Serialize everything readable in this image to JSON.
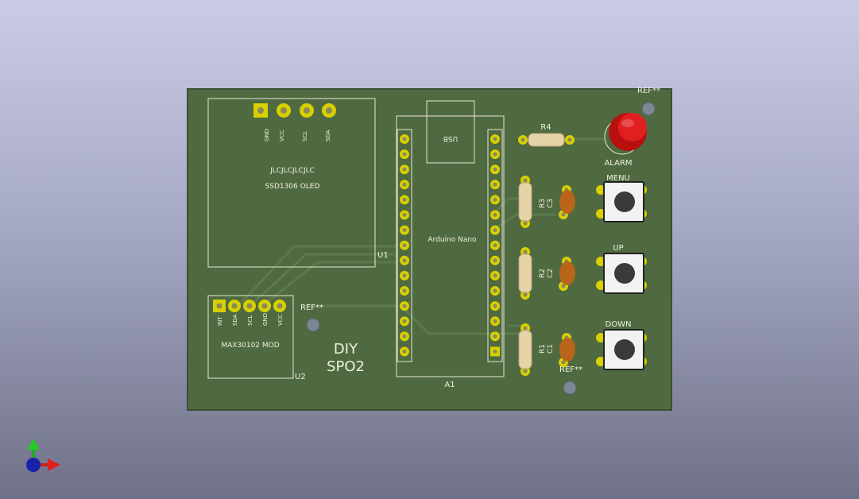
{
  "board": {
    "oled": {
      "pins": [
        "GND",
        "VCC",
        "SCL",
        "SDA"
      ],
      "line1": "JLCJLCJLCJLC",
      "line2": "SSD1306 OLED",
      "ref": "U1"
    },
    "max": {
      "pins": [
        "INT",
        "SDA",
        "SCL",
        "GND",
        "VCC"
      ],
      "label": "MAX30102 MOD",
      "ref": "U2"
    },
    "nano": {
      "usb": "USB",
      "label": "Arduino Nano",
      "ref": "A1"
    },
    "title": [
      "DIY",
      "SPO2"
    ],
    "refs": [
      "REF**",
      "REF**",
      "REF**"
    ],
    "resistors": [
      "R4",
      "R3",
      "R2",
      "R1"
    ],
    "capacitors": [
      "C3",
      "C2",
      "C1"
    ],
    "led_label": "ALARM",
    "buttons": [
      "MENU",
      "UP",
      "DOWN"
    ]
  },
  "colors": {
    "pcb": "#4f6a40",
    "silk": "#f0f0e0",
    "pad": "#d8d000",
    "led": "#d01010",
    "cap": "#b8651a"
  },
  "icons": {
    "axis": "xyz-axis-icon"
  }
}
